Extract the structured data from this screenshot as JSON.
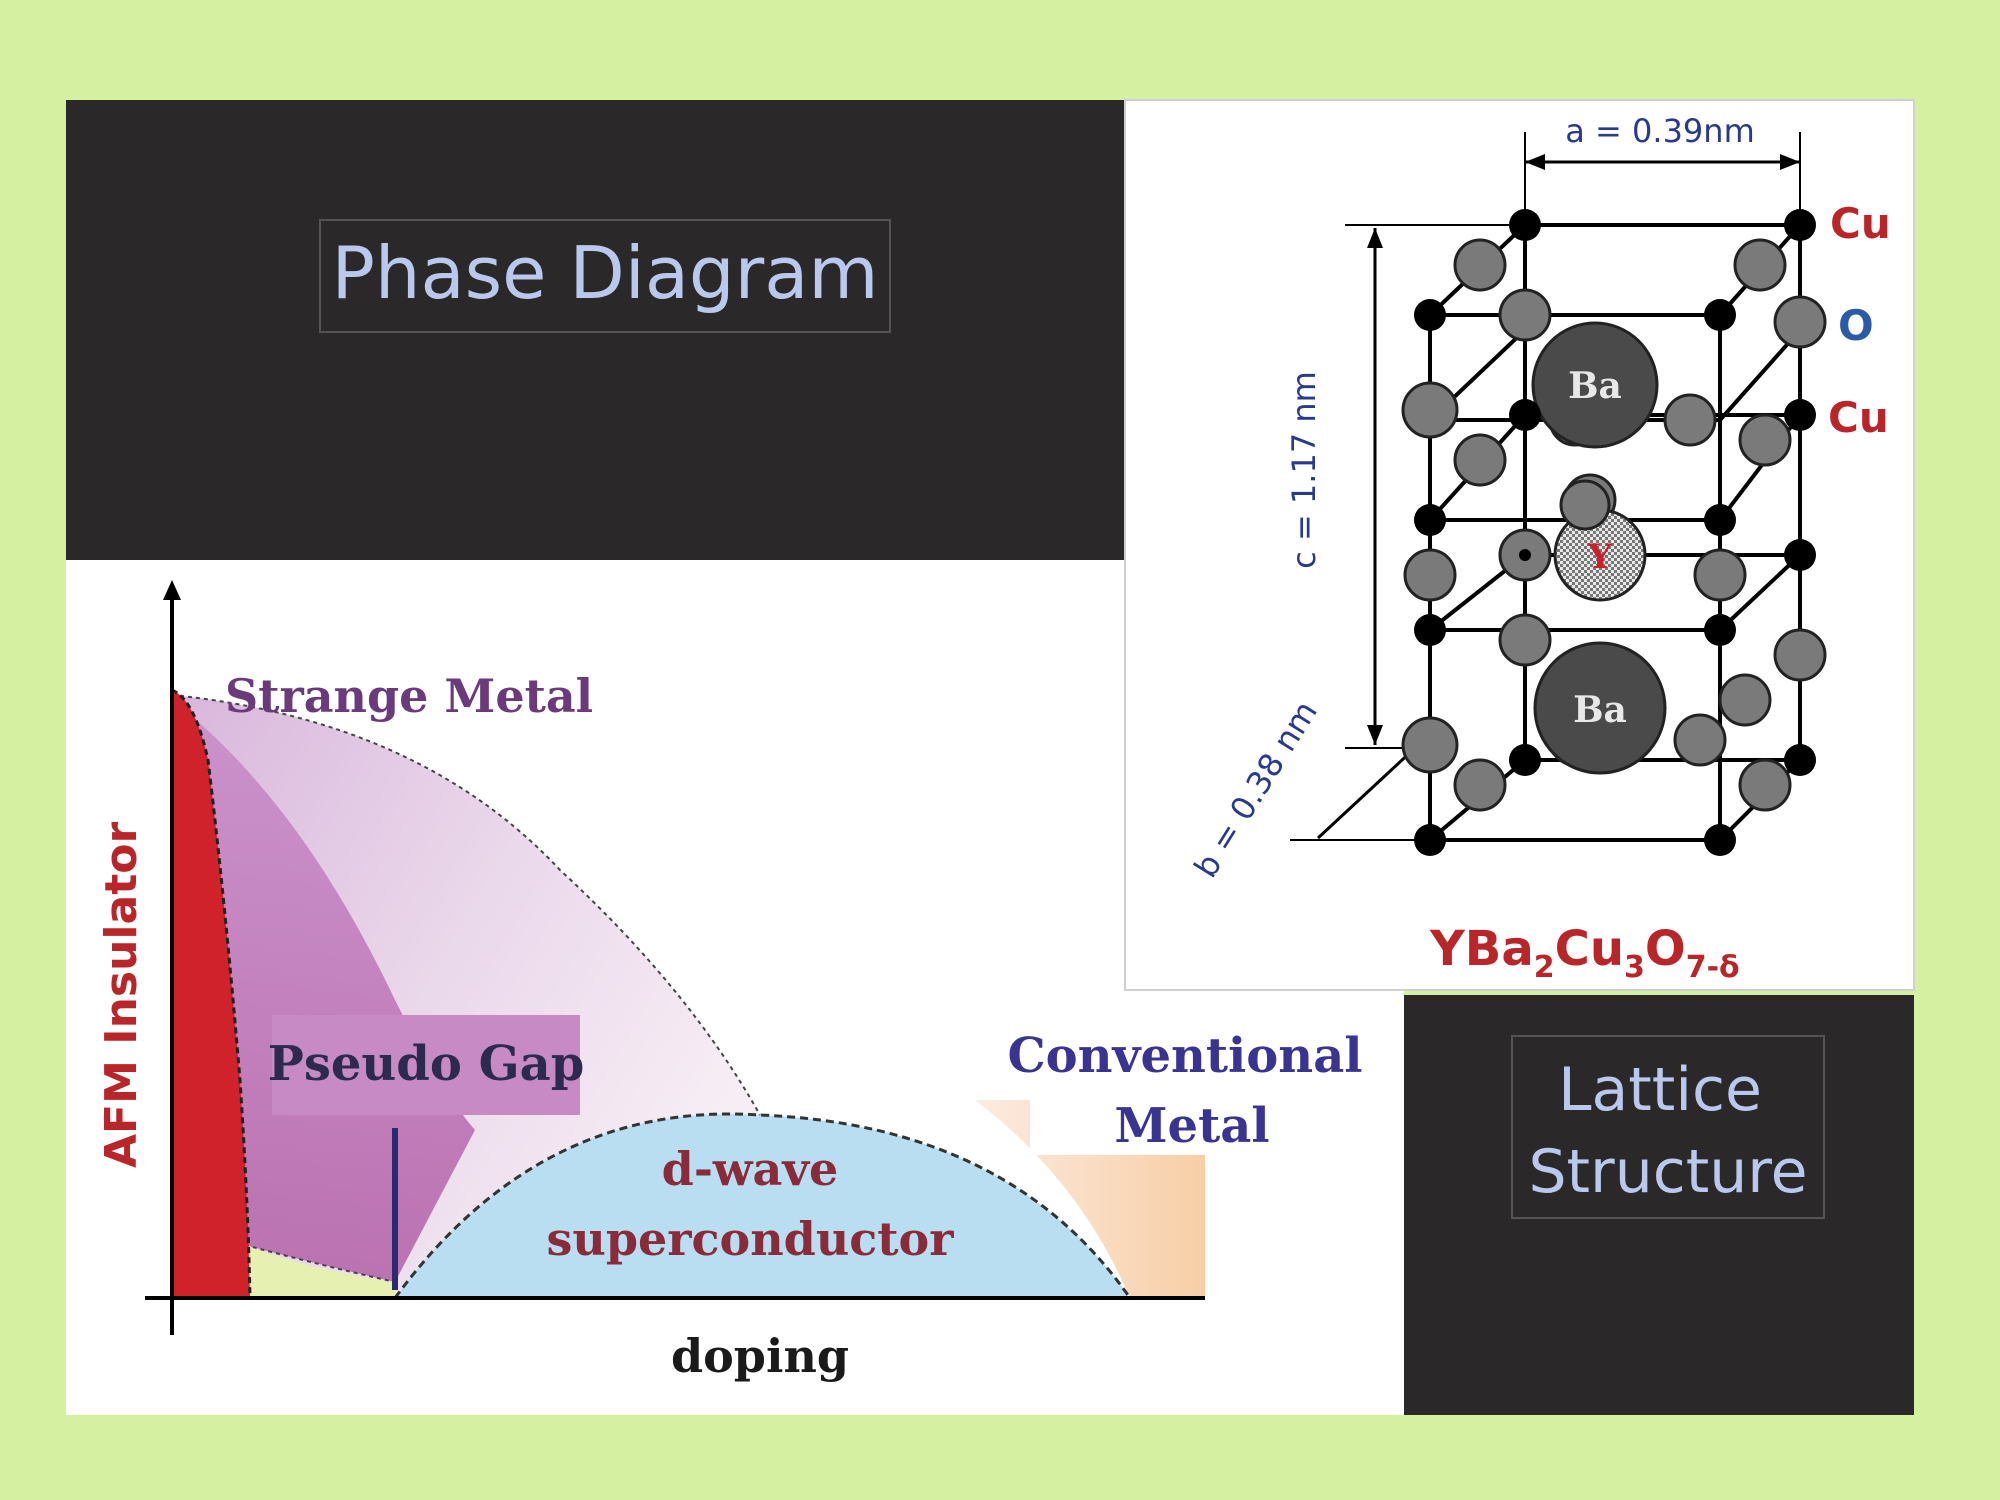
{
  "phase_panel": {
    "title": "Phase Diagram",
    "labels": {
      "strange_metal": "Strange Metal",
      "afm": "AFM Insulator",
      "pseudo_gap": "Pseudo Gap",
      "conventional_line1": "Conventional",
      "conventional_line2": "Metal",
      "dwave_line1": "d-wave",
      "dwave_line2": "superconductor",
      "xlabel": "doping"
    }
  },
  "lattice_panel": {
    "title_line1": "Lattice",
    "title_line2": "Structure",
    "a_label": "a = 0.39nm",
    "c_label": "c = 1.17 nm",
    "b_label": "b = 0.38 nm",
    "legend": {
      "cu_top": "Cu",
      "o": "O",
      "cu_mid": "Cu"
    },
    "atoms": {
      "ba_top": "Ba",
      "y": "Y",
      "ba_bottom": "Ba"
    },
    "formula": {
      "y": "YBa",
      "s2": "2",
      "cu": "Cu",
      "s3": "3",
      "o": "O",
      "s7": "7-δ"
    }
  },
  "colors": {
    "background": "#d4f0a0",
    "panel_dark": "#2a2829",
    "afm_red": "#d0222a",
    "dwave_blue": "#b9def2",
    "title_blue": "#b9c8ec",
    "label_navy": "#2c2a6e",
    "label_red": "#b8262a",
    "label_purple": "#6a3a7a"
  }
}
